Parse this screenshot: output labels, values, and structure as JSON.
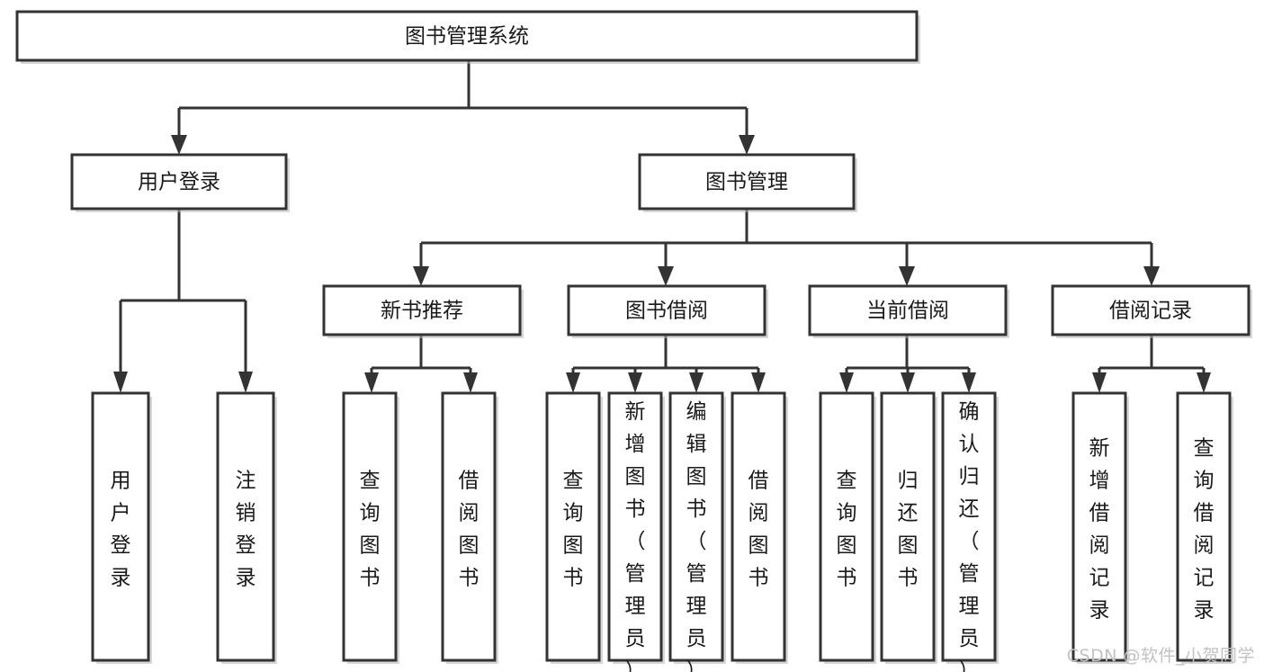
{
  "diagram": {
    "title": "图书管理系统",
    "type": "tree-hierarchy-flowchart",
    "watermark": "CSDN @软件_小贺同学",
    "colors": {
      "box_stroke": "#333333",
      "box_fill": "#ffffff",
      "connector": "#333333",
      "text": "#1a1a1a",
      "watermark": "#c2c2c2",
      "background": "#ffffff"
    },
    "levels": {
      "root": {
        "label": "图书管理系统"
      },
      "level2": [
        {
          "id": "user-login",
          "label": "用户登录"
        },
        {
          "id": "book-management",
          "label": "图书管理"
        }
      ],
      "level3": [
        {
          "id": "new-book-recommend",
          "label": "新书推荐",
          "parent": "book-management"
        },
        {
          "id": "book-borrow",
          "label": "图书借阅",
          "parent": "book-management"
        },
        {
          "id": "current-borrow",
          "label": "当前借阅",
          "parent": "book-management"
        },
        {
          "id": "borrow-record",
          "label": "借阅记录",
          "parent": "book-management"
        }
      ],
      "leaves": [
        {
          "id": "leaf-user-login",
          "label": "用户登录",
          "parent": "user-login"
        },
        {
          "id": "leaf-logout-login",
          "label": "注销登录",
          "parent": "user-login"
        },
        {
          "id": "leaf-query-book-1",
          "label": "查询图书",
          "parent": "new-book-recommend"
        },
        {
          "id": "leaf-borrow-book-1",
          "label": "借阅图书",
          "parent": "new-book-recommend"
        },
        {
          "id": "leaf-query-book-2",
          "label": "查询图书",
          "parent": "book-borrow"
        },
        {
          "id": "leaf-add-book",
          "label": "新增图书（管理员）",
          "parent": "book-borrow"
        },
        {
          "id": "leaf-edit-book",
          "label": "编辑图书（管理员）",
          "parent": "book-borrow"
        },
        {
          "id": "leaf-borrow-book-2",
          "label": "借阅图书",
          "parent": "book-borrow"
        },
        {
          "id": "leaf-query-book-3",
          "label": "查询图书",
          "parent": "current-borrow"
        },
        {
          "id": "leaf-return-book",
          "label": "归还图书",
          "parent": "current-borrow"
        },
        {
          "id": "leaf-confirm-return",
          "label": "确认归还（管理员）",
          "parent": "current-borrow"
        },
        {
          "id": "leaf-add-record",
          "label": "新增借阅记录",
          "parent": "borrow-record"
        },
        {
          "id": "leaf-query-record",
          "label": "查询借阅记录",
          "parent": "borrow-record"
        }
      ]
    }
  }
}
